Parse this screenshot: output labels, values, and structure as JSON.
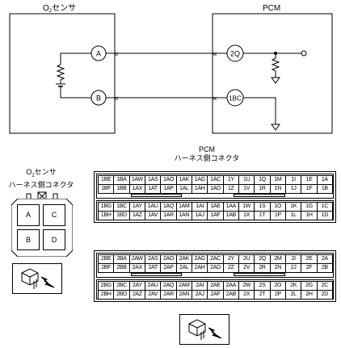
{
  "o2_sensor_box_title": "O2センサ",
  "o2_sensor_box_title_base": "O",
  "o2_sensor_box_title_sub": "2",
  "o2_sensor_box_title_rest": "センサ",
  "pcm_box_title": "PCM",
  "terminals": {
    "sensor_a": "A",
    "sensor_b": "B",
    "pcm_2q": "2Q",
    "pcm_1bc": "1BC"
  },
  "pcm_connector_title_line1": "PCM",
  "pcm_connector_title_line2": "ハーネス側コネクタ",
  "o2_connector_title_line1_base": "O",
  "o2_connector_title_line1_sub": "2",
  "o2_connector_title_line1_rest": "センサ",
  "o2_connector_title_line2": "ハーネス側コネクタ",
  "o2_connector_pins": [
    "A",
    "C",
    "B",
    "D"
  ],
  "pcm_connector_1": {
    "upper": [
      [
        "1BE",
        "1BA",
        "1AW",
        "1AS",
        "1AO",
        "1AK",
        "1AG",
        "1AC",
        "1Y",
        "1U",
        "1Q",
        "1M",
        "1I",
        "1E",
        "1A"
      ],
      [
        "1BF",
        "1BB",
        "1AX",
        "1AT",
        "1AP",
        "1AL",
        "1AH",
        "1AD",
        "1Z",
        "1V",
        "1R",
        "1N",
        "1J",
        "1F",
        "1B"
      ]
    ],
    "lower": [
      [
        "1BG",
        "1BC",
        "1AY",
        "1AU",
        "1AQ",
        "1AM",
        "1AI",
        "1AE",
        "1AA",
        "1W",
        "1S",
        "1O",
        "1K",
        "1G",
        "1C"
      ],
      [
        "1BH",
        "1BD",
        "1AZ",
        "1AV",
        "1AR",
        "1AN",
        "1AJ",
        "1AF",
        "1AB",
        "1X",
        "1T",
        "1P",
        "1L",
        "1H",
        "1D"
      ]
    ]
  },
  "pcm_connector_2": {
    "upper": [
      [
        "2BE",
        "2BA",
        "2AW",
        "2AS",
        "2AO",
        "2AK",
        "2AG",
        "2AC",
        "2Y",
        "2U",
        "2Q",
        "2M",
        "2I",
        "2E",
        "2A"
      ],
      [
        "2BF",
        "2BB",
        "2AX",
        "2AT",
        "2AP",
        "2AL",
        "2AH",
        "2AD",
        "2Z",
        "2V",
        "2R",
        "2N",
        "2J",
        "2F",
        "2B"
      ]
    ],
    "lower": [
      [
        "2BG",
        "2BC",
        "2AY",
        "2AU",
        "2AQ",
        "2AM",
        "2AI",
        "2AE",
        "2AA",
        "2W",
        "2S",
        "2O",
        "2K",
        "2G",
        "2C"
      ],
      [
        "2BH",
        "2BD",
        "2AZ",
        "2AV",
        "2AR",
        "2AN",
        "2AJ",
        "2AF",
        "2AB",
        "2X",
        "2T",
        "2P",
        "2L",
        "2H",
        "2D"
      ]
    ]
  },
  "icons": [
    "connector-plug-icon",
    "connector-plug-icon"
  ]
}
